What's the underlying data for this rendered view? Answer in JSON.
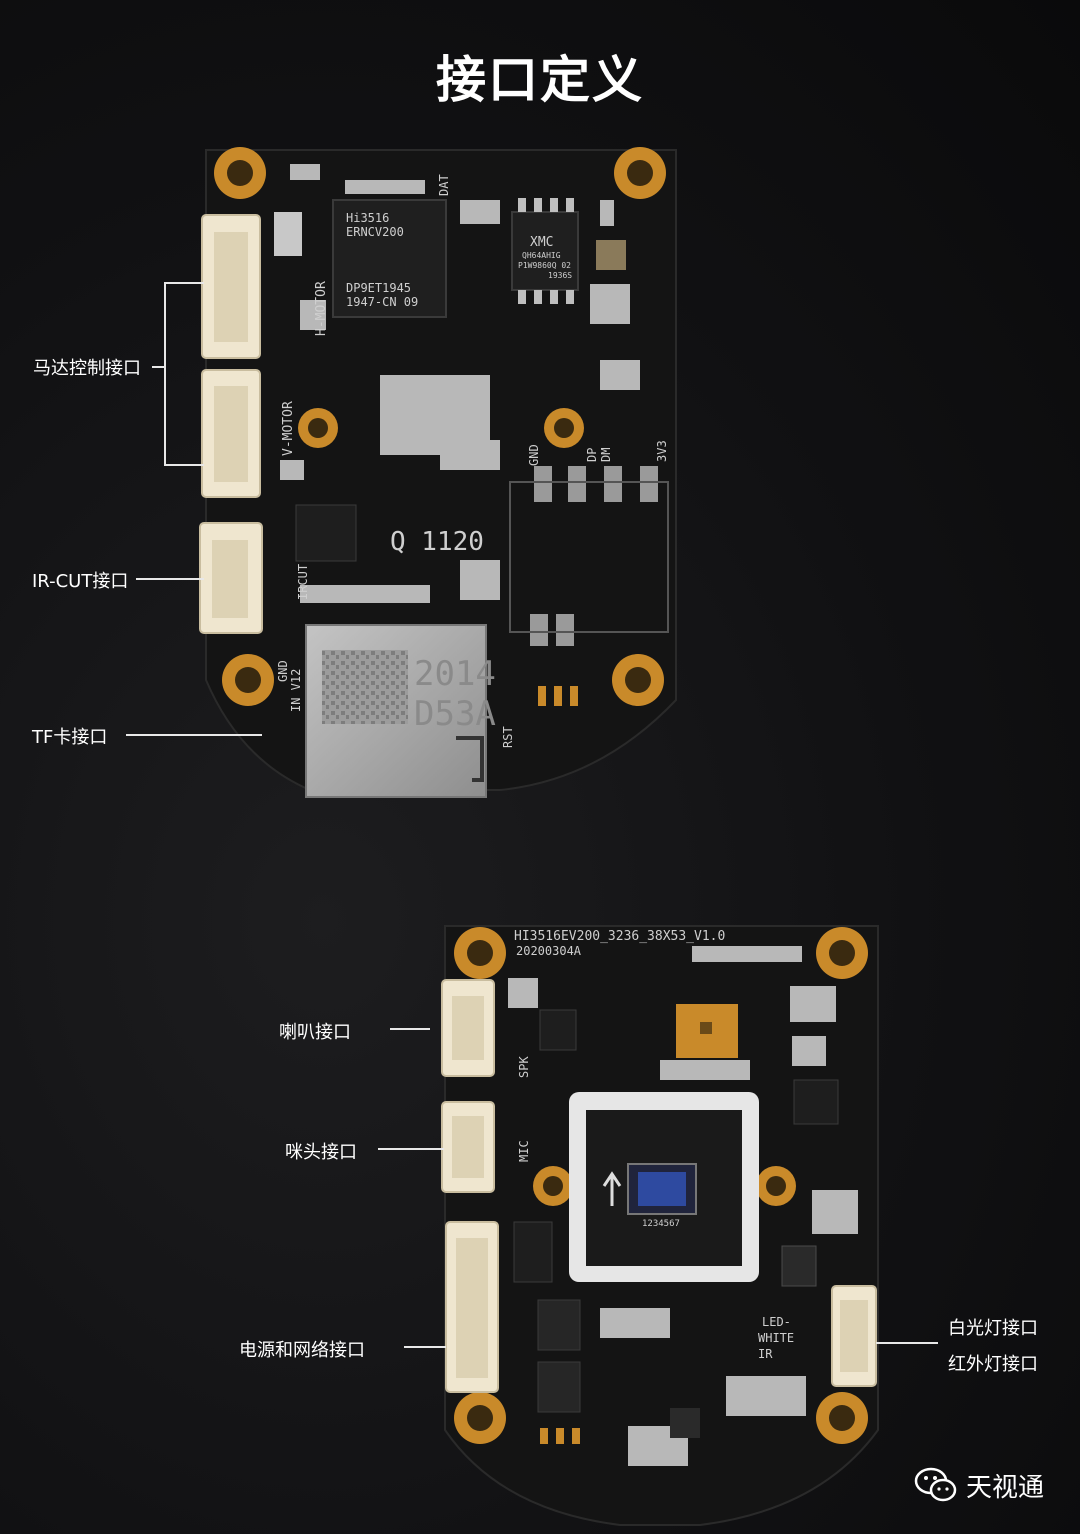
{
  "title": "接口定义",
  "board1": {
    "chip_main": [
      "Hi3516",
      "ERNCV200",
      "DP9ET1945",
      "1947-CN  09"
    ],
    "chip_flash": [
      "XMC",
      "QH64AHIG",
      "P1W9860Q 02",
      "1936S"
    ],
    "silk": {
      "h_motor": "H-MOTOR",
      "v_motor": "V-MOTOR",
      "ircut": "IRCUT",
      "dat": "DAT",
      "gnd": "GND",
      "dp": "DP",
      "dm": "DM",
      "v3v3": "3V3",
      "q120": "Q  1120",
      "gnd2": "GND",
      "in_v12": "IN V12",
      "rst": "RST",
      "sd_code": "2014",
      "sd_code2": "D53A"
    },
    "labels": {
      "motor": "马达控制接口",
      "ircut": "IR-CUT接口",
      "tf": "TF卡接口"
    }
  },
  "board2": {
    "silk": {
      "header": "HI3516EV200_3236_38X53_V1.0",
      "date": "20200304A",
      "spk": "SPK",
      "mic": "MIC",
      "led": "LED-",
      "white": "WHITE",
      "ir": "IR",
      "sensor_code": "1234567"
    },
    "labels": {
      "speaker": "喇叭接口",
      "mic": "咪头接口",
      "power_net": "电源和网络接口",
      "white_led": "白光灯接口",
      "ir_led": "红外灯接口"
    }
  },
  "brand": "天视通",
  "colors": {
    "pcb": "#141414",
    "pad_gold": "#c98a2a",
    "connector": "#efe6cf",
    "sd_metal": "#a8a8a8"
  }
}
